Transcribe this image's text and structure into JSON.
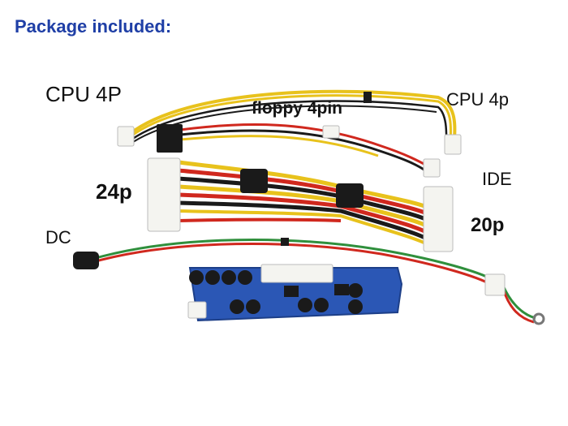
{
  "header": {
    "title": "Package included:"
  },
  "labels": {
    "cpu_4p_left": "CPU 4P",
    "cpu_4p_right": "CPU 4p",
    "floppy": "floppy 4pin",
    "ide": "IDE",
    "p24": "24p",
    "p20": "20p",
    "dc": "DC"
  },
  "colors": {
    "title": "#1f3fa6",
    "wire_yellow": "#e8c21c",
    "wire_red": "#d0281e",
    "wire_black": "#1a1a1a",
    "wire_green": "#2f8f3c",
    "pcb_blue": "#2b57b5"
  }
}
